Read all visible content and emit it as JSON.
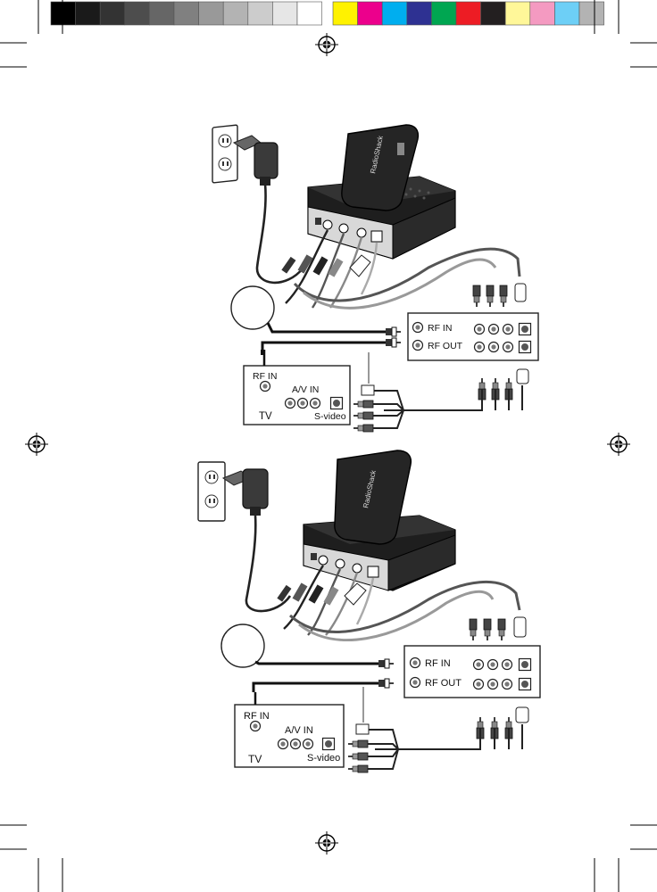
{
  "color_bar": {
    "grays": [
      "#000000",
      "#1a1a1a",
      "#333333",
      "#4d4d4d",
      "#666666",
      "#808080",
      "#999999",
      "#b3b3b3",
      "#cccccc",
      "#e6e6e6",
      "#ffffff"
    ],
    "colors": [
      "#fff200",
      "#ec008c",
      "#00aeef",
      "#2e3192",
      "#00a651",
      "#ed1c24",
      "#231f20",
      "#fff799",
      "#f49ac1",
      "#6dcff6",
      "#b3b3b3"
    ]
  },
  "diagrams": [
    {
      "brand": "RadioShack",
      "box": {
        "rf_in": "RF IN",
        "rf_out": "RF OUT"
      },
      "tv": {
        "rf_in": "RF IN",
        "av_in": "A/V IN",
        "name": "TV",
        "s_video": "S-video"
      }
    },
    {
      "brand": "RadioShack",
      "box": {
        "rf_in": "RF IN",
        "rf_out": "RF OUT"
      },
      "tv": {
        "rf_in": "RF IN",
        "av_in": "A/V IN",
        "name": "TV",
        "s_video": "S-video"
      }
    }
  ]
}
